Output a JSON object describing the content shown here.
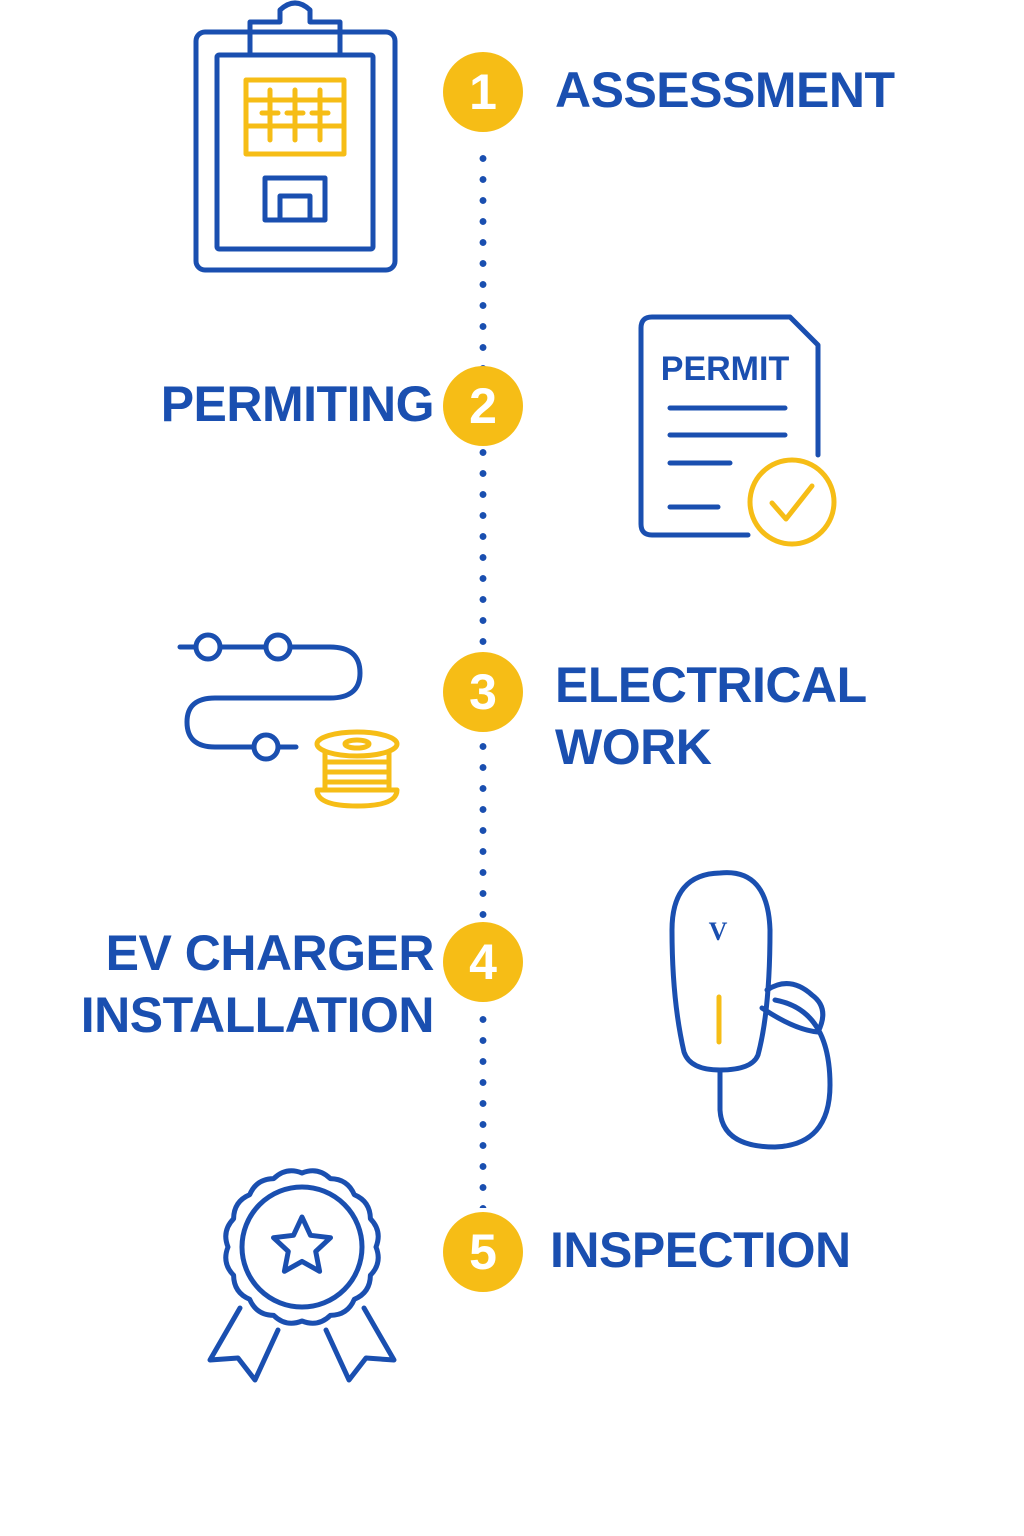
{
  "steps": [
    {
      "number": "1",
      "label_lines": [
        "ASSESSMENT"
      ],
      "icon": "clipboard-panel-icon"
    },
    {
      "number": "2",
      "label_lines": [
        "PERMITING"
      ],
      "icon": "permit-document-icon"
    },
    {
      "number": "3",
      "label_lines": [
        "ELECTRICAL",
        "WORK"
      ],
      "icon": "wire-spool-icon"
    },
    {
      "number": "4",
      "label_lines": [
        "EV CHARGER",
        "INSTALLATION"
      ],
      "icon": "ev-charger-icon"
    },
    {
      "number": "5",
      "label_lines": [
        "INSPECTION"
      ],
      "icon": "award-ribbon-icon"
    }
  ],
  "permit_icon_text": "PERMIT",
  "charger_icon_text": "V",
  "colors": {
    "primary": "#1a4fb0",
    "accent": "#f6bd16",
    "background": "#ffffff"
  }
}
